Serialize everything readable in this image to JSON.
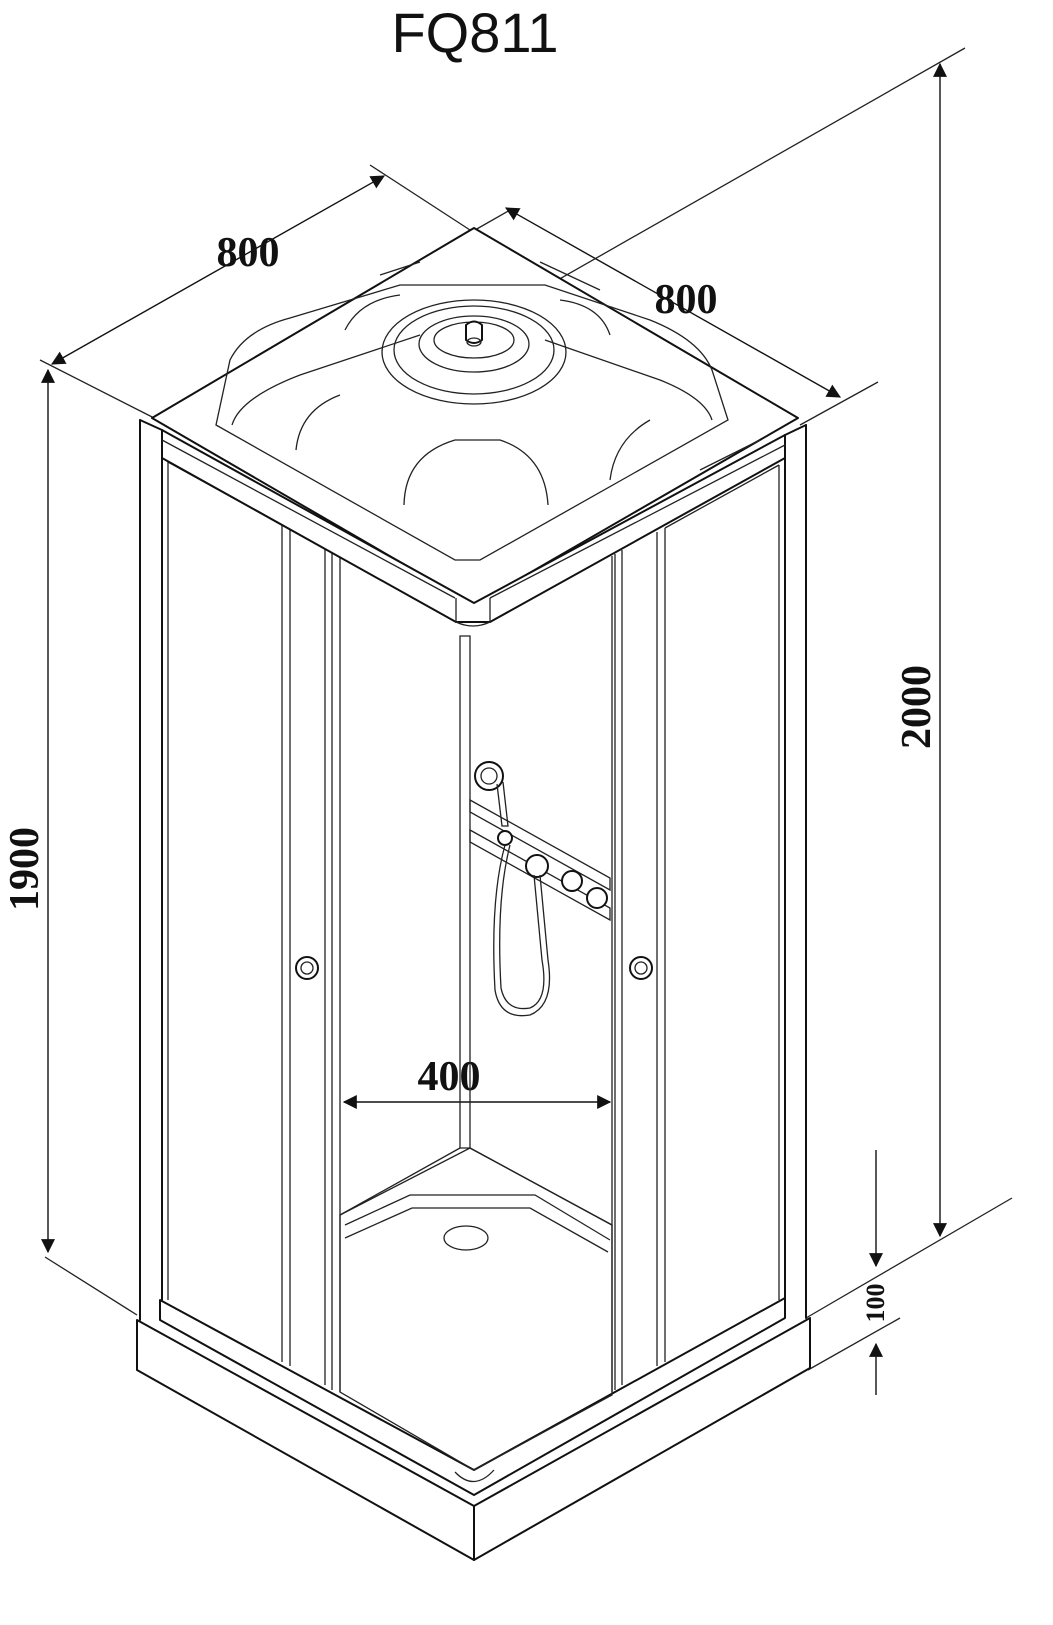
{
  "diagram": {
    "title": "FQ811",
    "dimensions": {
      "top_left_width": "800",
      "top_right_depth": "800",
      "total_height": "2000",
      "cabin_height": "1900",
      "door_opening": "400",
      "tray_height": "100"
    },
    "colors": {
      "line": "#111111",
      "background": "#ffffff"
    }
  }
}
